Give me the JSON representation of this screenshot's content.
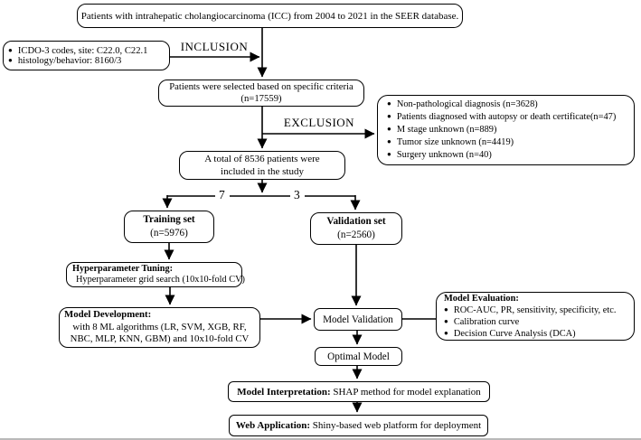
{
  "figure": {
    "bullet_glyph": "●",
    "labels": {
      "inclusion": "INCLUSION",
      "exclusion": "EXCLUSION",
      "split_left": "7",
      "split_right": "3"
    },
    "boxes": {
      "source": "Patients with intrahepatic cholangiocarcinoma (ICC) from 2004 to 2021 in the SEER database.",
      "inclusion_criteria": {
        "items": [
          "ICDO-3 codes, site: C22.0, C22.1",
          "histology/behavior: 8160/3"
        ]
      },
      "selected": {
        "line1": "Patients were selected based on specific criteria",
        "line2": "(n=17559)"
      },
      "exclusion_criteria": {
        "items": [
          "Non-pathological diagnosis (n=3628)",
          "Patients diagnosed with autopsy or death certificate(n=47)",
          "M stage unknown (n=889)",
          "Tumor size unknown (n=4419)",
          "Surgery unknown (n=40)"
        ]
      },
      "total": {
        "line1": "A total of 8536 patients were",
        "line2": "included in the study"
      },
      "training": {
        "title": "Training set",
        "n": "(n=5976)"
      },
      "validation": {
        "title": "Validation set",
        "n": "(n=2560)"
      },
      "hyperparameter": {
        "title": "Hyperparameter Tuning:",
        "body": "Hyperparameter grid search (10x10-fold CV)"
      },
      "model_development": {
        "title": "Model Development:",
        "line1": "with 8 ML algorithms (LR, SVM, XGB, RF,",
        "line2": "NBC, MLP, KNN, GBM) and 10x10-fold CV"
      },
      "model_validation": "Model Validation",
      "model_evaluation": {
        "title": "Model Evaluation:",
        "items": [
          "ROC-AUC, PR, sensitivity, specificity, etc.",
          "Calibration curve",
          "Decision Curve Analysis (DCA)"
        ]
      },
      "optimal": "Optimal Model",
      "interpretation": {
        "title": "Model Interpretation:",
        "body": " SHAP method for model explanation"
      },
      "web_application": {
        "title": "Web Application:",
        "body": " Shiny-based web platform for deployment"
      }
    },
    "colors": {
      "line": "#000000",
      "background": "#ffffff"
    }
  }
}
